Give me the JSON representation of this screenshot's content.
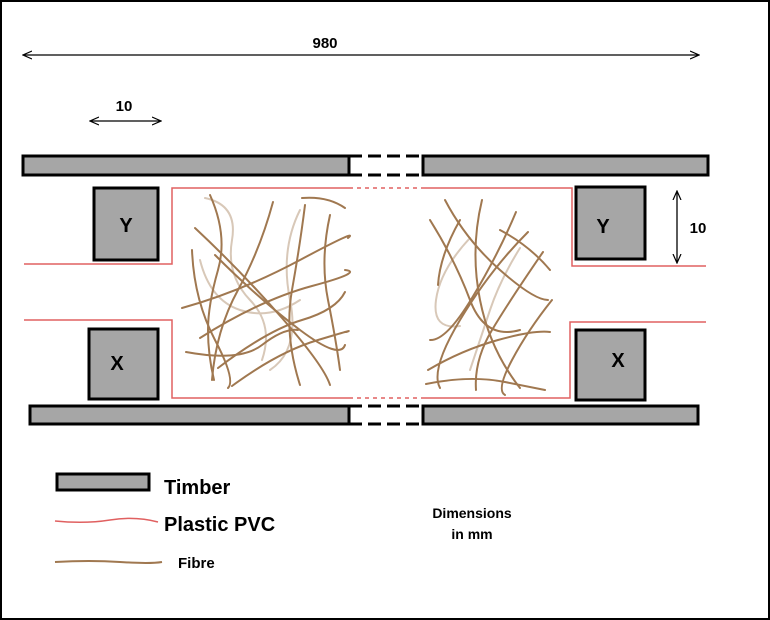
{
  "dimensions": {
    "total_length": "980",
    "block_width": "10",
    "block_height": "10"
  },
  "blocks": {
    "top_label": "Y",
    "bottom_label": "X"
  },
  "legend": {
    "timber": "Timber",
    "pvc": "Plastic PVC",
    "fibre": "Fibre"
  },
  "note": {
    "line1": "Dimensions",
    "line2": "in mm"
  },
  "colors": {
    "timber_fill": "#a6a6a6",
    "outline": "#000000",
    "pvc": "#e06060",
    "fibre": "#a07850",
    "fibre_light": "#d8c8b8"
  }
}
